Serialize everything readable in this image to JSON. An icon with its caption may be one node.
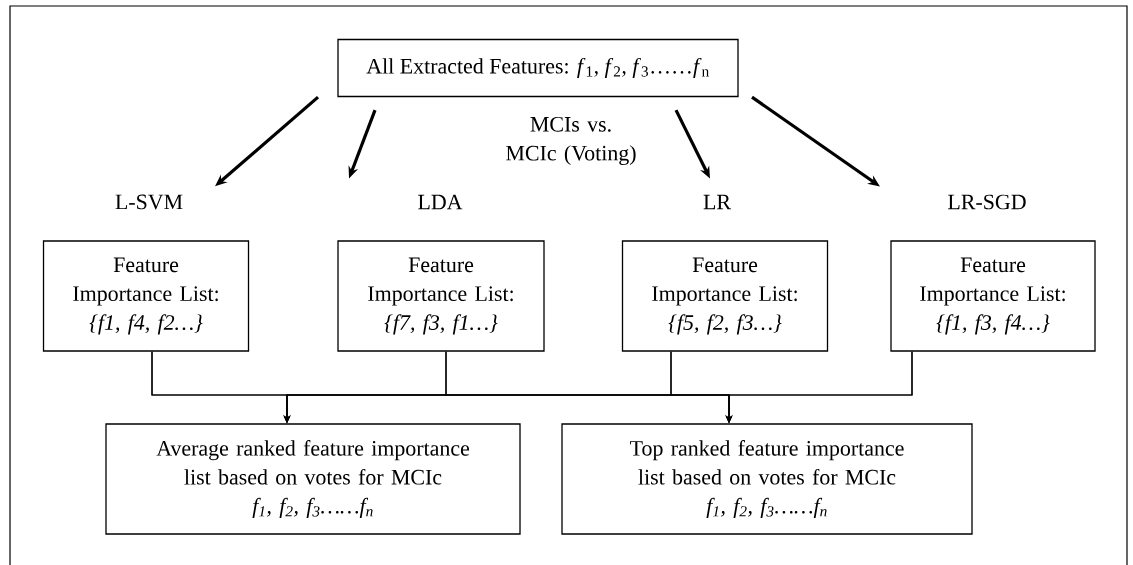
{
  "diagram": {
    "nodes": [
      {
        "text": [
          "All Extracted Features: *f*$_{1}$, *f*$_{2}$, *f*$_{3}$……*f*$_{n}$"
        ]
      },
      {
        "text": [
          "L-SVM"
        ]
      },
      {
        "text": [
          "LDA"
        ]
      },
      {
        "text": [
          "LR"
        ]
      },
      {
        "text": [
          "LR-SGD"
        ]
      },
      {
        "text": [
          "Feature Importance List:",
          "{f1, f4, f2…}"
        ]
      },
      {
        "text": [
          "Feature Importance List:",
          "{f7, f3, f1…}"
        ]
      },
      {
        "text": [
          "Feature Importance List:",
          "{f5, f2, f3…}"
        ]
      },
      {
        "text": [
          "Feature Importance List:",
          "{f1, f3, f4…}"
        ]
      },
      {
        "text": [
          "Average ranked feature importance list based on votes for MCIc",
          "f$_{1}$, f$_{2}$, f$_{3}$……f$_{n}$"
        ]
      },
      {
        "text": [
          "Top ranked feature importance list based on votes for MCIc",
          "f$_{1}$, f$_{2}$, f$_{3}$……f$_{n}$"
        ]
      }
    ],
    "edges": [
      {
        "from": 0,
        "to": 1,
        "arrow": "to",
        "style": "thick"
      },
      {
        "from": 0,
        "to": 2,
        "arrow": "to",
        "style": "thick"
      },
      {
        "from": 0,
        "to": 3,
        "arrow": "to",
        "style": "thick"
      },
      {
        "from": 0,
        "to": 4,
        "arrow": "to",
        "style": "thick"
      },
      {
        "from": 5,
        "to": 9,
        "arrow": "to"
      },
      {
        "from": 6,
        "to": 9,
        "arrow": "to"
      },
      {
        "from": 7,
        "to": 9,
        "arrow": "to"
      },
      {
        "from": 8,
        "to": 9,
        "arrow": "to"
      },
      {
        "from": 5,
        "to": 10,
        "arrow": "to"
      },
      {
        "from": 6,
        "to": 10,
        "arrow": "to"
      },
      {
        "from": 7,
        "to": 10,
        "arrow": "to"
      },
      {
        "from": 8,
        "to": 10,
        "arrow": "to"
      }
    ],
    "labels": [
      "MCIs vs. MCIc (Voting)"
    ]
  }
}
